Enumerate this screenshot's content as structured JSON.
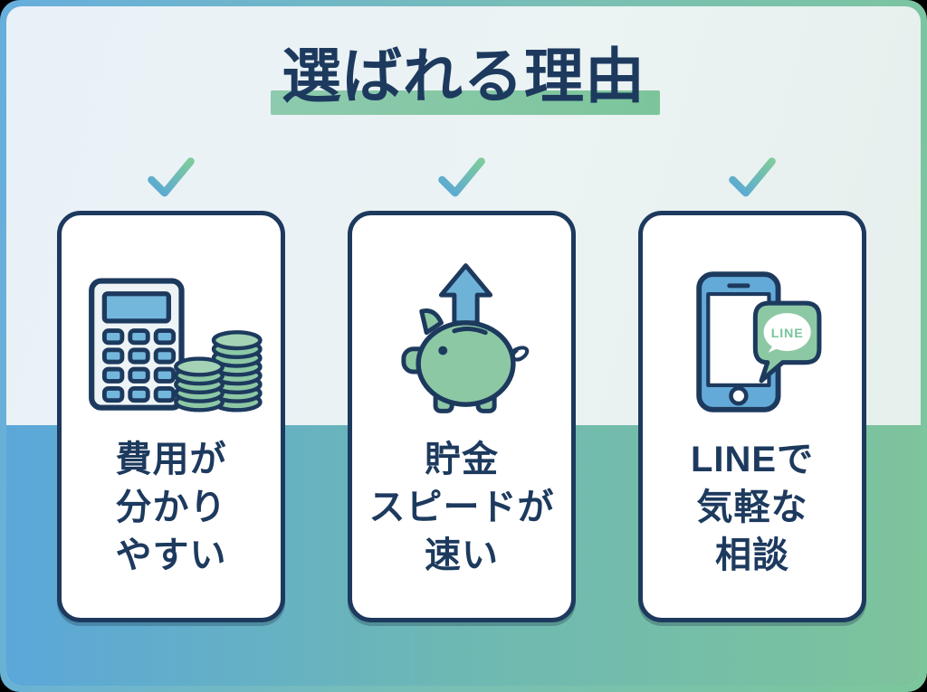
{
  "title": {
    "text": "選ばれる理由"
  },
  "checkmarks": [
    {
      "icon": "checkmark-icon"
    },
    {
      "icon": "checkmark-icon"
    },
    {
      "icon": "checkmark-icon"
    }
  ],
  "cards": [
    {
      "id": "cost-clarity",
      "icon": "calculator-coins-icon",
      "lines": [
        "費用が",
        "分かり",
        "やすい"
      ]
    },
    {
      "id": "saving-speed",
      "icon": "piggy-bank-up-arrow-icon",
      "lines": [
        "貯金",
        "スピードが",
        "速い"
      ]
    },
    {
      "id": "line-consultation",
      "icon": "smartphone-line-chat-icon",
      "bubble_label": "LINE",
      "lines": [
        "LINEで",
        "気軽な",
        "相談"
      ]
    }
  ],
  "colors": {
    "text_navy": "#1d3a5e",
    "card_background": "#ffffff",
    "card_border": "#1d3a5e",
    "title_underline_left": "#8dcaae",
    "title_underline_right": "#7cc59b",
    "check_gradient_start": "#58a6d8",
    "check_gradient_end": "#7ecb9d",
    "top_band": "#eaf2f6",
    "bottom_band_left": "#5ba7d9",
    "bottom_band_right": "#7dc39c",
    "frame_gradient_left": "#66aedd",
    "frame_gradient_right": "#7cc69b",
    "icon_green": "#8dc8a5",
    "icon_blue": "#6fb2d8",
    "calculator_body": "#eef3f6",
    "calculator_screen": "#74b7dd",
    "line_text_green": "#79c49b"
  }
}
